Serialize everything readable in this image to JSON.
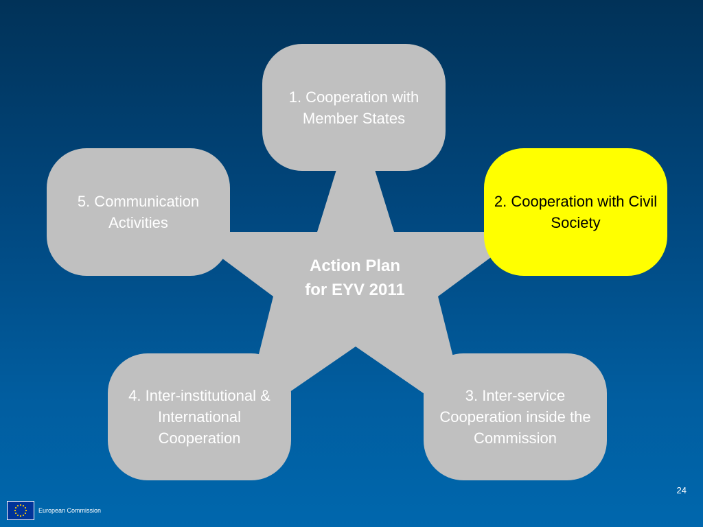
{
  "diagram": {
    "center_label": "Action Plan for EYV 2011",
    "nodes": [
      {
        "id": "cooperation-member-states",
        "label": "1. Cooperation with Member States",
        "highlighted": false
      },
      {
        "id": "cooperation-civil-society",
        "label": "2. Cooperation with Civil Society",
        "highlighted": true
      },
      {
        "id": "inter-service-cooperation",
        "label": "3. Inter-service Cooperation inside the Commission",
        "highlighted": false
      },
      {
        "id": "inter-institutional-cooperation",
        "label": "4. Inter-institutional & International Cooperation",
        "highlighted": false
      },
      {
        "id": "communication-activities",
        "label": "5. Communication Activities",
        "highlighted": false
      }
    ],
    "colors": {
      "background_top": "#013258",
      "background_bottom": "#0067ad",
      "node": "#c0c0c0",
      "highlight": "#ffff00"
    }
  },
  "footer": {
    "organization": "European Commission",
    "logo": "eu-flag-icon",
    "page_number": "24"
  }
}
